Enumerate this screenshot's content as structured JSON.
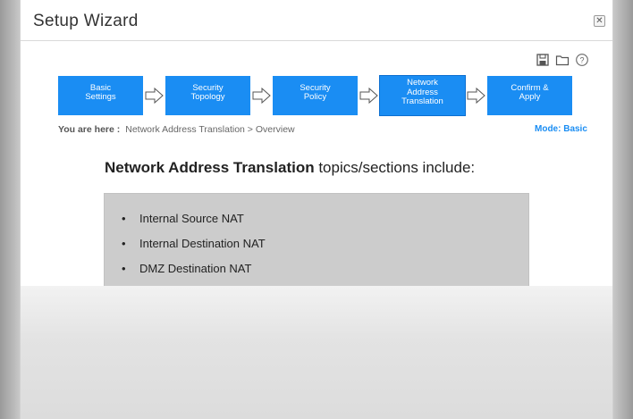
{
  "window": {
    "title": "Setup Wizard",
    "close_glyph": "✕"
  },
  "toolbar": {
    "icons": [
      "save-icon",
      "folder-icon",
      "help-icon"
    ]
  },
  "steps": [
    {
      "label": "Basic\nSettings",
      "active": false
    },
    {
      "label": "Security\nTopology",
      "active": false
    },
    {
      "label": "Security\nPolicy",
      "active": false
    },
    {
      "label": "Network\nAddress\nTranslation",
      "active": true
    },
    {
      "label": "Confirm &\nApply",
      "active": false
    }
  ],
  "breadcrumb": {
    "label": "You are here :",
    "path": "Network Address Translation > Overview"
  },
  "mode": "Mode: Basic",
  "content": {
    "heading_bold": "Network Address Translation",
    "heading_rest": " topics/sections include:",
    "bullet_glyph": "•",
    "topics": [
      "Internal Source NAT",
      "Internal Destination NAT",
      "DMZ Destination NAT"
    ]
  },
  "colors": {
    "accent": "#1a8df3",
    "topics_bg": "#cccccc"
  }
}
